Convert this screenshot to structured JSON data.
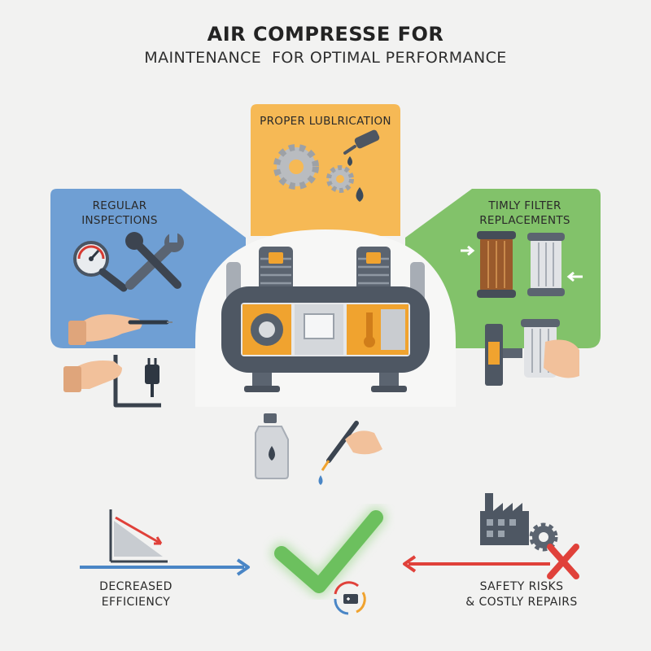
{
  "header": {
    "title": "AIR COMPRESSE FOR",
    "subtitle": "MAINTENANCE  FOR OPTIMAL PERFORMANCE"
  },
  "panels": {
    "inspection": {
      "label_line1": "REGULAR",
      "label_line2": "INSPECTIONS",
      "color": "#6f9fd4"
    },
    "lubrication": {
      "label": "PROPER LUBLRICATION",
      "color": "#f6b955"
    },
    "filter": {
      "label_line1": "TIMLY FILTER",
      "label_line2": "REPLACEMENTS",
      "color": "#82c26a"
    }
  },
  "outcomes": {
    "left": {
      "line1": "DECREASED",
      "line2": "EFFICIENCY",
      "arrow_color": "#4a86c6"
    },
    "right": {
      "line1": "SAFETY RISKS",
      "line2": "& COSTLY REPAIRS",
      "arrow_color": "#e0413a"
    },
    "center_check_color": "#6cc05e"
  },
  "icons": [
    "pressure-gauge-icon",
    "wrench-icon",
    "hand-wire-icon",
    "hand-plug-icon",
    "gears-icon",
    "oil-can-icon",
    "oil-drop-icon",
    "compressor-icon",
    "dirty-filter-icon",
    "clean-filter-icon",
    "hand-filter-icon",
    "oil-bottle-icon",
    "dropper-hand-icon",
    "declining-chart-icon",
    "checkmark-icon",
    "battery-cycle-icon",
    "factory-icon",
    "gear-icon",
    "x-mark-icon"
  ]
}
